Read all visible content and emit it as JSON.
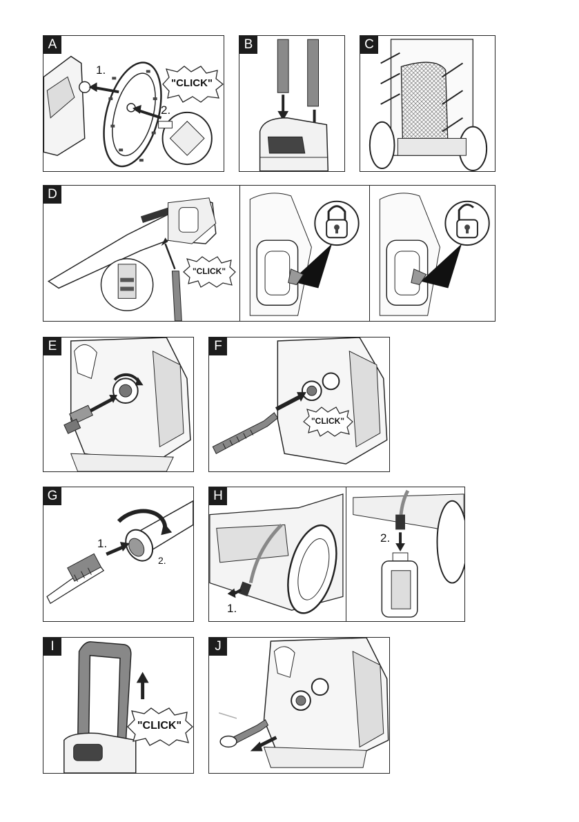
{
  "panels": {
    "a": {
      "letter": "A",
      "step1": "1.",
      "step2": "2.",
      "click": "\"CLICK\""
    },
    "b": {
      "letter": "B"
    },
    "c": {
      "letter": "C"
    },
    "d": {
      "letter": "D",
      "click": "\"CLICK\""
    },
    "e": {
      "letter": "E"
    },
    "f": {
      "letter": "F",
      "click": "\"CLICK\""
    },
    "g": {
      "letter": "G",
      "step1": "1.",
      "step2": "2."
    },
    "h": {
      "letter": "H",
      "step1": "1.",
      "step2": "2."
    },
    "i": {
      "letter": "I",
      "click": "\"CLICK\""
    },
    "j": {
      "letter": "J"
    }
  },
  "colors": {
    "ink": "#1c1c1c",
    "grey": "#8a8a8a",
    "light": "#d4d4d4"
  }
}
